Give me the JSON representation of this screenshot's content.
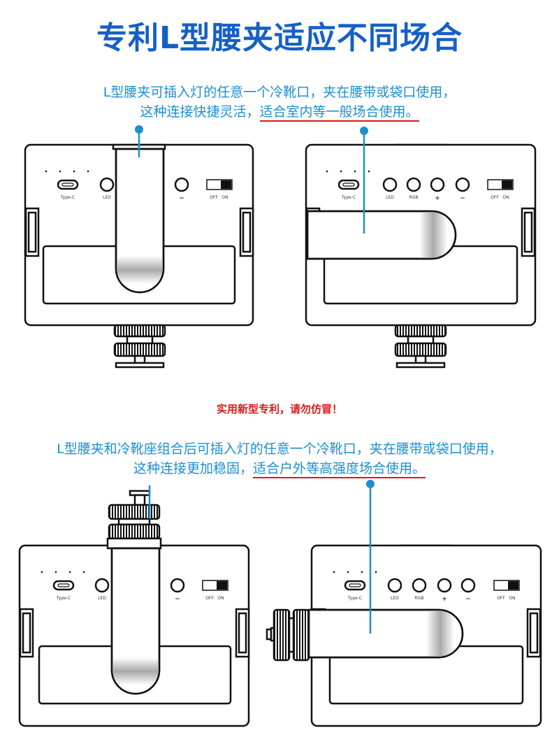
{
  "title": "专利L型腰夹适应不同场合",
  "section1": {
    "line1": "L型腰夹可插入灯的任意一个冷靴口，夹在腰带或袋口使用，",
    "line2_plain": "这种连接快捷灵活，",
    "line2_underlined": "适合室内等一般场合使用。"
  },
  "notice": "实用新型专利，请勿仿冒！",
  "section2": {
    "line1": "L型腰夹和冷靴座组合后可插入灯的任意一个冷靴口，夹在腰带或袋口使用，",
    "line2_plain": "这种连接更加稳固，",
    "line2_underlined": "适合户外等高强度场合使用。"
  },
  "panel_labels": {
    "typec": "Type-C",
    "led": "LED",
    "rgb": "RGB",
    "plus": "+",
    "minus": "−",
    "off": "OFF",
    "on": "ON"
  },
  "colors": {
    "title": "#1560c8",
    "desc": "#1c8fd0",
    "underline": "#e01818",
    "pointer": "#1c8fd0",
    "outline": "#111111"
  }
}
